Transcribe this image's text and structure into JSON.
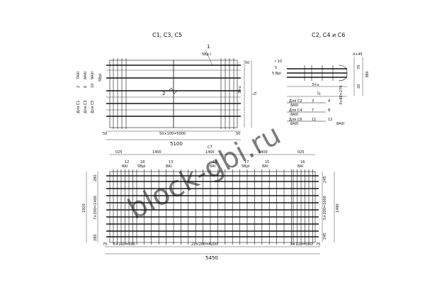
{
  "titles": {
    "left": "С1, С3, С5",
    "right": "С2, С4 и С6"
  },
  "top_left": {
    "marks": {
      "m1": "1",
      "m1_spec": "5Вр I"
    },
    "side_labels": [
      "Для С1",
      "Для С3",
      "Для С5"
    ],
    "side_nums": [
      "2",
      "6",
      "10"
    ],
    "side_specs": [
      "7АIII",
      "8АIII",
      "9АIII"
    ],
    "spec_5vr": "5ВрI",
    "dims_right": [
      "3×u",
      "l₁",
      "50"
    ],
    "dims_bottom": [
      "50",
      "50×100=5000",
      "50"
    ],
    "overall": "5100",
    "break_mark": "2"
  },
  "top_right": {
    "mark_r10": "r 10",
    "mark_5": "5",
    "mark_5_spec": "5 ВрI",
    "dims_right": [
      "d+45",
      "70",
      "380",
      "20"
    ],
    "dim_3u": "3×u",
    "dim_l1": "l₁",
    "dim_bottom": "3×80=270",
    "rows": [
      {
        "label": "Для С2",
        "num_l": "3",
        "num_r": "4"
      },
      {
        "label": "Для С4",
        "num_l": "7",
        "num_r": "8"
      },
      {
        "label": "Для С6",
        "num_l": "11",
        "num_r": "12"
      }
    ],
    "specs": [
      "8АIII",
      "8АIII",
      "8АIII",
      "8АIII"
    ]
  },
  "bottom": {
    "top_dims": [
      "025",
      "1400",
      "1400",
      "1400",
      "025"
    ],
    "c7_label": "С7",
    "marks": [
      {
        "n": "12",
        "s": "8АI"
      },
      {
        "n": "18",
        "s": "5ВрI"
      },
      {
        "n": "13",
        "s": "8АI"
      },
      {
        "n": "14",
        "s": "8АI"
      },
      {
        "n": "17",
        "s": "5ВрI"
      },
      {
        "n": "15",
        "s": "8АI"
      },
      {
        "n": "16",
        "s": "8АI"
      }
    ],
    "left_dims": [
      "1920",
      "280",
      "7×200=1400",
      "280"
    ],
    "right_dims": [
      "245",
      "5×200=1000",
      "245",
      "1490"
    ],
    "bottom_dims": [
      "75",
      "5×110=550",
      "21×200=4200",
      "5×110=550",
      "75"
    ],
    "overall": "5450"
  },
  "watermark": "block-gbi.ru"
}
